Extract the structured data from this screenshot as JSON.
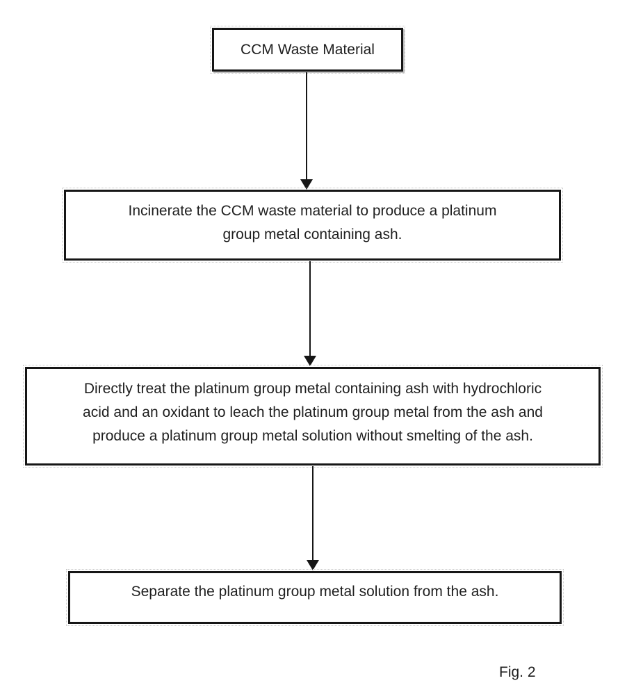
{
  "figure": {
    "caption": "Fig. 2",
    "colors": {
      "background": "#ffffff",
      "border": "#161616",
      "text": "#1f1f1f"
    },
    "boxes": [
      {
        "id": "ccm-waste-material",
        "text": "CCM Waste Material",
        "lines": [
          "CCM Waste Material"
        ]
      },
      {
        "id": "incinerate-step",
        "text": "Incinerate the CCM waste material to produce a platinum group metal containing ash.",
        "lines": [
          "Incinerate the CCM waste material to produce a platinum",
          "group metal containing ash."
        ]
      },
      {
        "id": "leach-step",
        "text": "Directly treat the platinum group metal containing ash with hydrochloric acid and an oxidant to leach the platinum group metal from the ash and produce a platinum group metal solution without smelting of the ash.",
        "lines": [
          "Directly treat the platinum group metal containing ash with hydrochloric",
          "acid and an oxidant to leach the platinum group metal from the ash and",
          "produce a platinum group metal solution without smelting of the ash."
        ]
      },
      {
        "id": "separate-step",
        "text": "Separate the platinum group metal solution from the ash.",
        "lines": [
          "Separate the platinum group metal solution from the ash."
        ]
      }
    ]
  }
}
